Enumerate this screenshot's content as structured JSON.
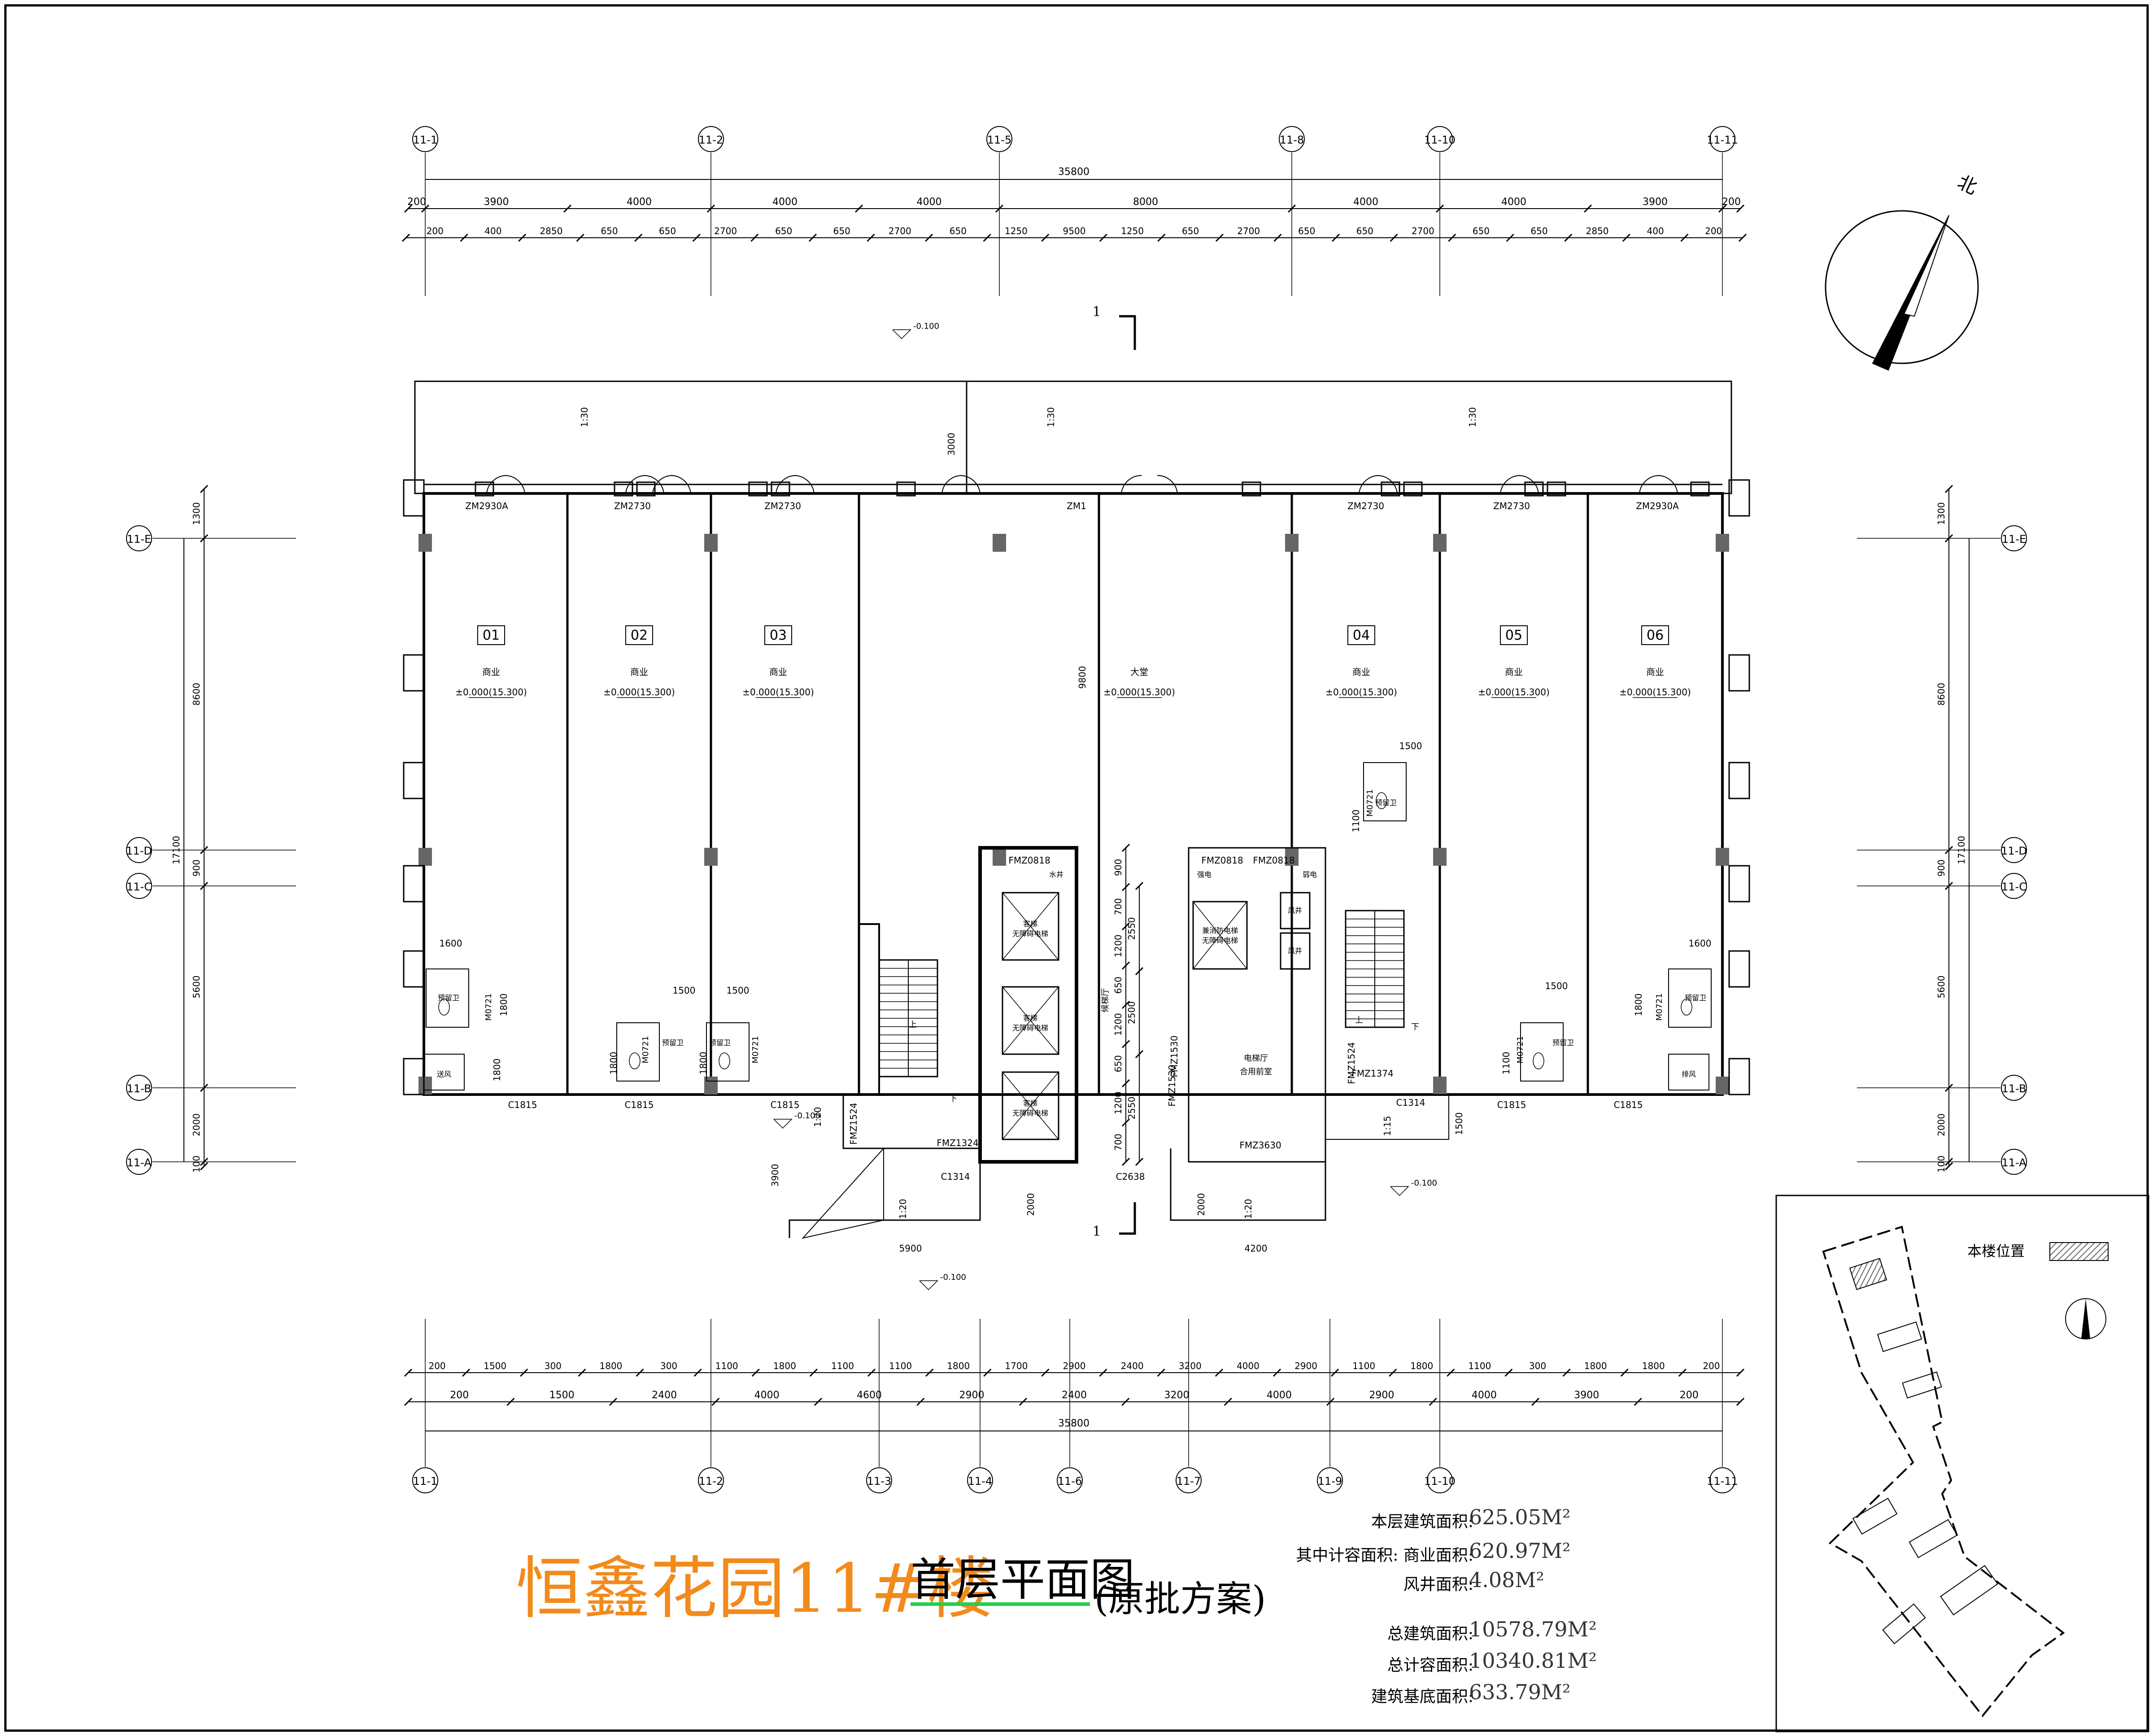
{
  "drawing": {
    "title": "恒鑫花园11#楼",
    "subtitle": "首层平面图",
    "note": "(原批方案)",
    "north_label": "北",
    "section_mark": "1",
    "legend_label": "本楼位置",
    "colors": {
      "title": "#f28a1c",
      "underline": "#22d04a",
      "ink": "#000000",
      "hatch": "#666666"
    }
  },
  "grid_axes": {
    "top": [
      "11-1",
      "11-2",
      "11-5",
      "11-8",
      "11-10",
      "11-11"
    ],
    "bottom": [
      "11-1",
      "11-2",
      "11-3",
      "11-4",
      "11-6",
      "11-7",
      "11-9",
      "11-10",
      "11-11"
    ],
    "left": [
      "11-E",
      "11-D",
      "11-C",
      "11-B",
      "11-A"
    ],
    "right": [
      "11-E",
      "11-D",
      "11-C",
      "11-B",
      "11-A"
    ]
  },
  "dimensions": {
    "top_total": "35800",
    "top_axis": [
      "200",
      "3900",
      "4000",
      "4000",
      "4000",
      "8000",
      "4000",
      "4000",
      "3900",
      "200"
    ],
    "top_detail": [
      "200",
      "400",
      "2850",
      "650",
      "650",
      "2700",
      "650",
      "650",
      "2700",
      "650",
      "1250",
      "9500",
      "1250",
      "650",
      "2700",
      "650",
      "650",
      "2700",
      "650",
      "650",
      "2850",
      "400",
      "200"
    ],
    "bottom_detail": [
      "200",
      "1500",
      "300",
      "1800",
      "300",
      "1100",
      "1800",
      "1100",
      "1100",
      "1800",
      "1700",
      "2900",
      "2400",
      "3200",
      "4000",
      "2900",
      "1100",
      "1800",
      "1100",
      "300",
      "1800",
      "1800",
      "200"
    ],
    "bottom_axis": [
      "200",
      "1500",
      "2400",
      "4000",
      "4600",
      "2900",
      "2400",
      "3200",
      "4000",
      "2900",
      "4000",
      "3900",
      "200"
    ],
    "bottom_total": "35800",
    "side_left": [
      "1300",
      "8600",
      "900",
      "5600",
      "2000",
      "100"
    ],
    "side_right": [
      "1300",
      "8600",
      "900",
      "5600",
      "2000",
      "100"
    ],
    "side_total": "17100",
    "stair_left": [
      "900",
      "700",
      "1200",
      "650",
      "1200",
      "650",
      "1200",
      "700"
    ],
    "stair_left_sub": [
      "2550",
      "2500",
      "2550"
    ],
    "misc": [
      "3000",
      "9800",
      "1500",
      "1500",
      "1600",
      "1600",
      "1500",
      "1500",
      "1800",
      "1800",
      "1800",
      "1800",
      "1100",
      "1100",
      "1800",
      "3900",
      "2000",
      "5900",
      "2000",
      "4200",
      "1500"
    ]
  },
  "levels": [
    "-0.100",
    "-0.100",
    "-0.100",
    "-0.100"
  ],
  "rooms": [
    {
      "no": "01",
      "use": "商业",
      "level": "±0.000(15.300)"
    },
    {
      "no": "02",
      "use": "商业",
      "level": "±0.000(15.300)"
    },
    {
      "no": "03",
      "use": "商业",
      "level": "±0.000(15.300)"
    },
    {
      "use": "大堂",
      "level": "±0.000(15.300)"
    },
    {
      "no": "04",
      "use": "商业",
      "level": "±0.000(15.300)"
    },
    {
      "no": "05",
      "use": "商业",
      "level": "±0.000(15.300)"
    },
    {
      "no": "06",
      "use": "商业",
      "level": "±0.000(15.300)"
    }
  ],
  "door_codes": {
    "front": [
      "ZM2930A",
      "ZM2730",
      "ZM2730",
      "ZM1",
      "ZM2730",
      "ZM2730",
      "ZM2930A"
    ],
    "windows": [
      "C1815",
      "C1815",
      "C1815",
      "C1815",
      "C1815",
      "C1314",
      "C1314",
      "C2638"
    ],
    "fire_doors": [
      "FMZ0818",
      "FMZ0818",
      "FMZ0818",
      "FMZ1324",
      "FMZ1374",
      "FMZ1524",
      "FMZ1524",
      "FMZ1530",
      "FMZ1530",
      "FMZ3630"
    ],
    "wc_doors": [
      "M0721",
      "M0721",
      "M0721",
      "M0721",
      "M0721",
      "M0721"
    ]
  },
  "small_labels": {
    "toilet": "预留卫",
    "shaft": "送风",
    "exhaust": "排风",
    "well": "风井",
    "water": "水井",
    "pipe": "强电",
    "weak": "弱电",
    "elevator": "客梯\n无障碍电梯",
    "fire_elevator": "兼消防电梯\n无障碍电梯",
    "hall": "候梯厅",
    "lobby": "电梯厅\n合用前室",
    "down": "下",
    "up": "上"
  },
  "slopes": [
    "1:30",
    "1:30",
    "1:30",
    "1:20",
    "1:20",
    "1:20",
    "1:15"
  ],
  "stats": [
    {
      "label": "本层建筑面积:",
      "value": "625.05M²"
    },
    {
      "label": "其中计容面积: 商业面积:",
      "value": "620.97M²"
    },
    {
      "label": "风井面积:",
      "value": "4.08M²"
    },
    {
      "label": "总建筑面积:",
      "value": "10578.79M²"
    },
    {
      "label": "总计容面积:",
      "value": "10340.81M²"
    },
    {
      "label": "建筑基底面积:",
      "value": "633.79M²"
    }
  ]
}
